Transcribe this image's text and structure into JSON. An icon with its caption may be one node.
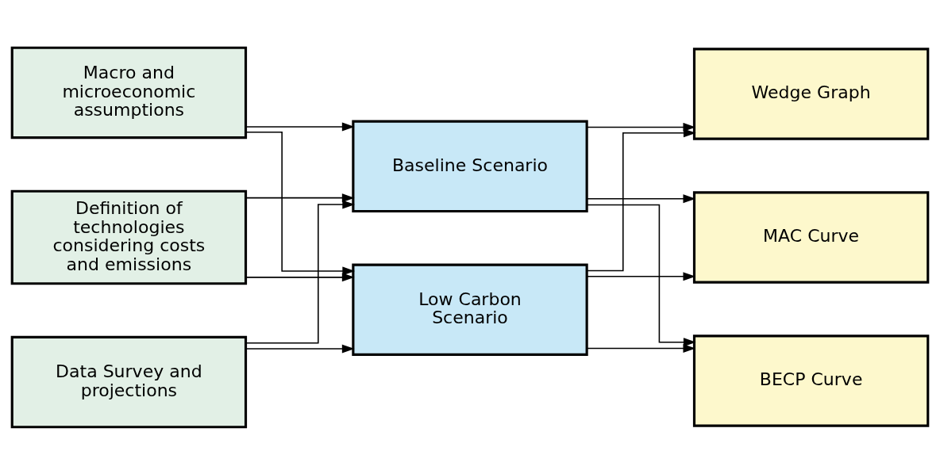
{
  "diagram": {
    "nodes": [
      {
        "text": [
          "Macro and microeconomic assumptions"
        ]
      },
      {
        "text": [
          "Definition of technologies considering costs and emissions"
        ]
      },
      {
        "text": [
          "Data Survey and projections"
        ]
      },
      {
        "text": [
          "Baseline Scenario"
        ]
      },
      {
        "text": [
          "Low Carbon Scenario"
        ]
      },
      {
        "text": [
          "Wedge Graph"
        ]
      },
      {
        "text": [
          "MAC Curve"
        ]
      },
      {
        "text": [
          "BECP Curve"
        ]
      }
    ],
    "edges": [
      {
        "from": 0,
        "to": 3,
        "arrow": "to"
      },
      {
        "from": 0,
        "to": 4,
        "arrow": "to"
      },
      {
        "from": 1,
        "to": 3,
        "arrow": "to"
      },
      {
        "from": 1,
        "to": 4,
        "arrow": "to"
      },
      {
        "from": 2,
        "to": 3,
        "arrow": "to"
      },
      {
        "from": 2,
        "to": 4,
        "arrow": "to"
      },
      {
        "from": 3,
        "to": 5,
        "arrow": "to"
      },
      {
        "from": 3,
        "to": 6,
        "arrow": "to"
      },
      {
        "from": 3,
        "to": 7,
        "arrow": "to"
      },
      {
        "from": 4,
        "to": 5,
        "arrow": "to"
      },
      {
        "from": 4,
        "to": 6,
        "arrow": "to"
      },
      {
        "from": 4,
        "to": 7,
        "arrow": "to"
      }
    ]
  }
}
